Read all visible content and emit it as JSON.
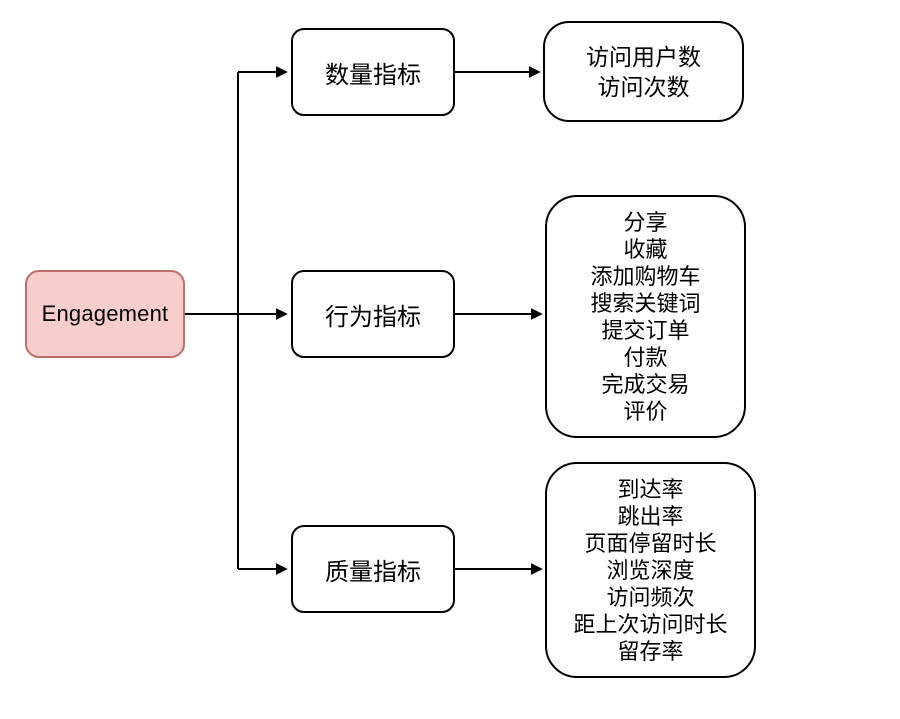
{
  "diagram": {
    "background": "#ffffff",
    "connector_color": "#000000",
    "box_stroke": "#000000",
    "root": {
      "label": "Engagement",
      "fill": "#f8cecc",
      "stroke": "#bd6e69"
    },
    "categories": [
      {
        "label": "数量指标"
      },
      {
        "label": "行为指标"
      },
      {
        "label": "质量指标"
      }
    ],
    "details": [
      {
        "lines": [
          "访问用户数",
          "访问次数"
        ]
      },
      {
        "lines": [
          "分享",
          "收藏",
          "添加购物车",
          "搜索关键词",
          "提交订单",
          "付款",
          "完成交易",
          "评价"
        ]
      },
      {
        "lines": [
          "到达率",
          "跳出率",
          "页面停留时长",
          "浏览深度",
          "访问频次",
          "距上次访问时长",
          "留存率"
        ]
      }
    ]
  }
}
